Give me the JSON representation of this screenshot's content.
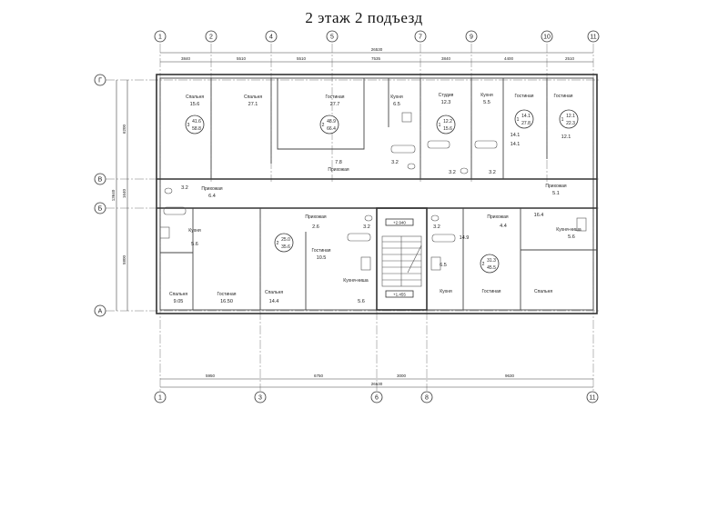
{
  "title": "2 этаж   2 подъезд",
  "axes_top": [
    "1",
    "2",
    "4",
    "5",
    "7",
    "9",
    "10",
    "11"
  ],
  "axes_bottom": [
    "1",
    "3",
    "6",
    "8",
    "11"
  ],
  "axes_left": [
    "Г",
    "В",
    "Б",
    "А"
  ],
  "dims_top": [
    "3840",
    "5510",
    "5510",
    "7535",
    "3840",
    "4400",
    "2510"
  ],
  "dims_top_total": "26530",
  "dims_bottom": [
    "5950",
    "6750",
    "3000",
    "9630"
  ],
  "dims_bottom_total": "26530",
  "dims_left": [
    "6200",
    "1640",
    "5800"
  ],
  "dims_left_total": "13640",
  "rooms": [
    {
      "name": "Спальня",
      "area": "15.6"
    },
    {
      "name": "Спальня",
      "area": "27.1"
    },
    {
      "name": "Гостиная",
      "area": "27.7"
    },
    {
      "name": "Кухня",
      "area": "6.5"
    },
    {
      "name": "Студия",
      "area": "12.3"
    },
    {
      "name": "Кухня",
      "area": "5.5"
    },
    {
      "name": "Гостиная",
      "area": "14.1"
    },
    {
      "name": "Гостиная",
      "area": "12.1"
    },
    {
      "name": "Прихожая",
      "area": "7.8"
    },
    {
      "name": "Прихожая",
      "area": "6.4"
    },
    {
      "name": "Кухня",
      "area": "5.6"
    },
    {
      "name": "Спальня",
      "area": "9.05"
    },
    {
      "name": "Гостиная",
      "area": "16.50"
    },
    {
      "name": "Спальня",
      "area": "14.4"
    },
    {
      "name": "Прихожая",
      "area": "2.6"
    },
    {
      "name": "Гостиная",
      "area": "10.5"
    },
    {
      "name": "Кухня-ниша",
      "area": "5.6"
    },
    {
      "name": "Кухня",
      "area": "6.5"
    },
    {
      "name": "Гостиная",
      "area": ""
    },
    {
      "name": "Спальня",
      "area": ""
    },
    {
      "name": "Прихожая",
      "area": "4.4"
    },
    {
      "name": "Кухня-ниша",
      "area": "5.6"
    },
    {
      "name": "Прихожая",
      "area": "5.1"
    }
  ],
  "apartments": [
    {
      "rooms": "3",
      "living": "41.6",
      "total": "58.8"
    },
    {
      "rooms": "2",
      "living": "48.9",
      "total": "66.4"
    },
    {
      "rooms": "1",
      "living": "12.2",
      "total": "15.6"
    },
    {
      "rooms": "1",
      "living": "14.1",
      "total": "27.8"
    },
    {
      "rooms": "1",
      "living": "12.1",
      "total": "22.3"
    },
    {
      "rooms": "2",
      "living": "25.0",
      "total": "35.6"
    },
    {
      "rooms": "2",
      "living": "31.3",
      "total": "45.5"
    }
  ],
  "small_areas": [
    "3.2",
    "3.2",
    "3.2",
    "3.2",
    "3.2",
    "3.2",
    "14.1",
    "14.9",
    "16.4"
  ],
  "levels": [
    "+2.940",
    "+1.455"
  ]
}
